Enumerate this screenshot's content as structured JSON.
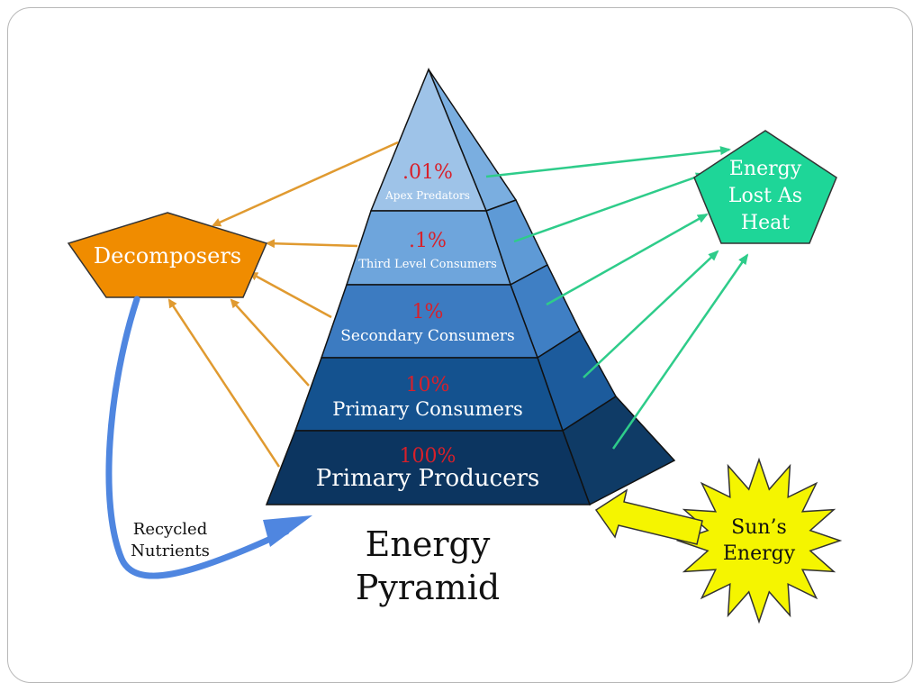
{
  "pyramid": {
    "levels": [
      {
        "percent": ".01%",
        "label": "Apex Predators"
      },
      {
        "percent": ".1%",
        "label": "Third Level Consumers"
      },
      {
        "percent": "1%",
        "label": "Secondary Consumers"
      },
      {
        "percent": "10%",
        "label": "Primary Consumers"
      },
      {
        "percent": "100%",
        "label": "Primary Producers"
      }
    ],
    "title_line1": "Energy",
    "title_line2": "Pyramid"
  },
  "decomposers": {
    "label": "Decomposers"
  },
  "heat": {
    "line1": "Energy",
    "line2": "Lost As",
    "line3": "Heat"
  },
  "sun": {
    "line1": "Sun’s",
    "line2": "Energy"
  },
  "recycled": {
    "line1": "Recycled",
    "line2": "Nutrients"
  },
  "colors": {
    "decomposers": "#f08c00",
    "heat": "#1ed698",
    "sun": "#f5f500",
    "recycled_arrow": "#4f86e0",
    "orange_arrow": "#e09a30",
    "green_arrow": "#2ecc8a",
    "percent_text": "#d8202a"
  }
}
